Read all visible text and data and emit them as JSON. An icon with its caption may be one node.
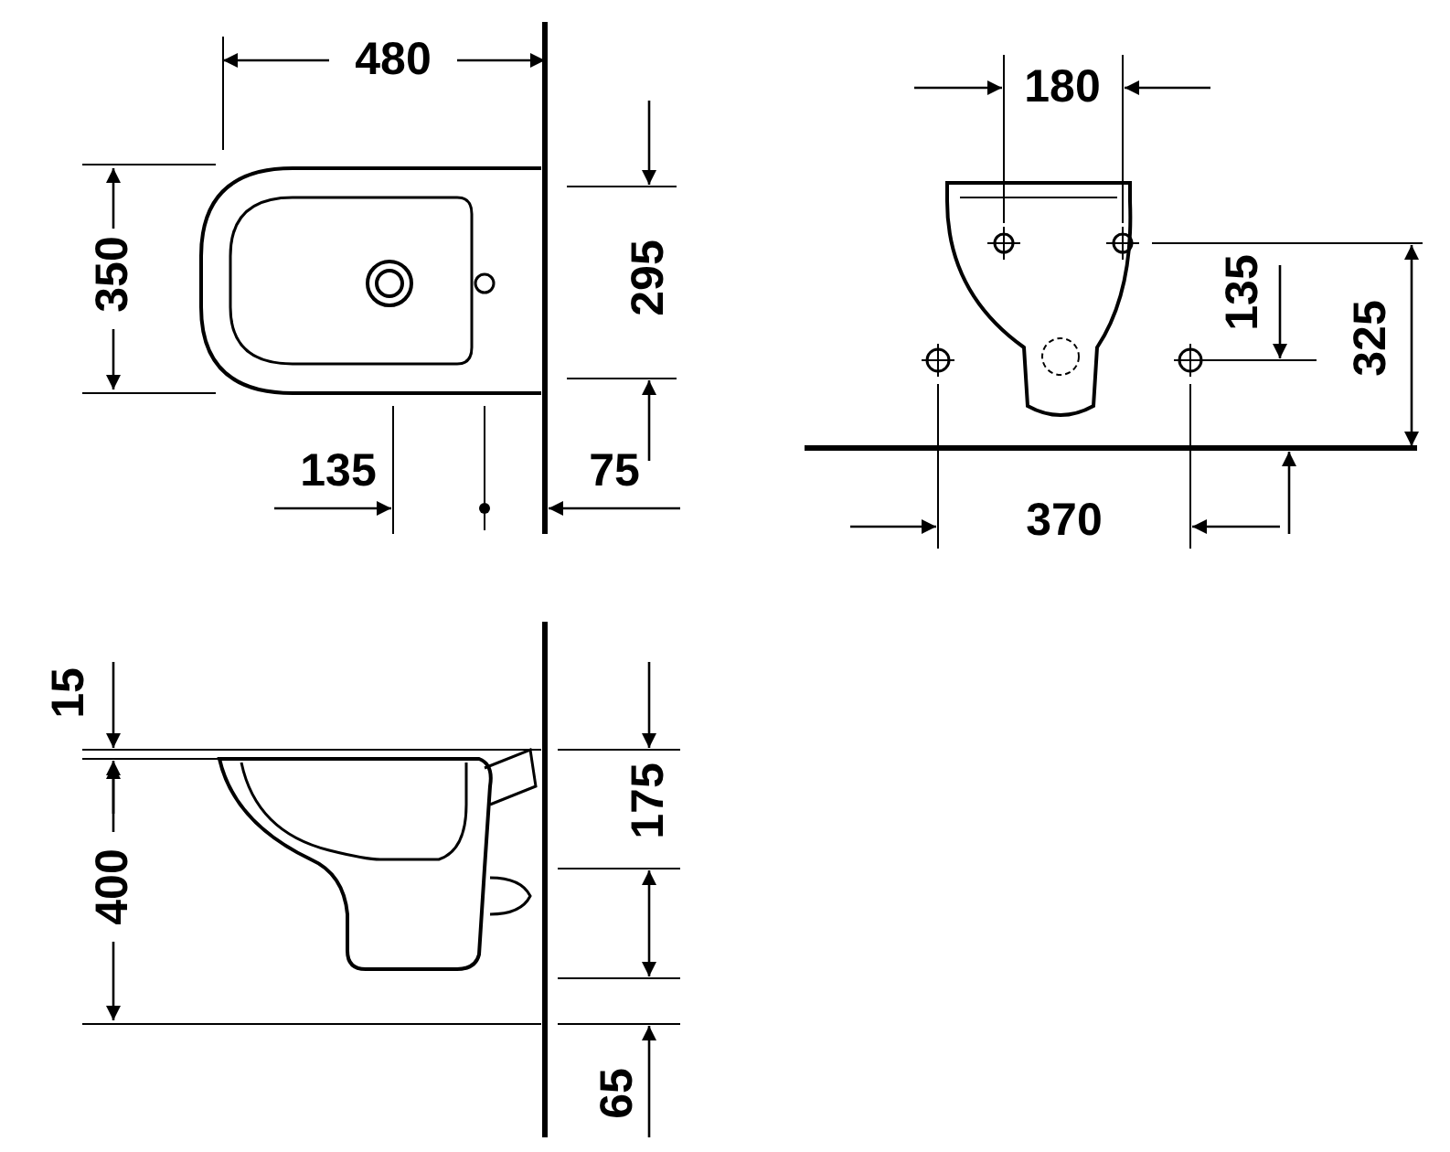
{
  "diagram": {
    "labels": [
      "480",
      "180",
      "350",
      "295",
      "135",
      "325",
      "135",
      "75",
      "370",
      "15",
      "175",
      "400",
      "65"
    ]
  }
}
